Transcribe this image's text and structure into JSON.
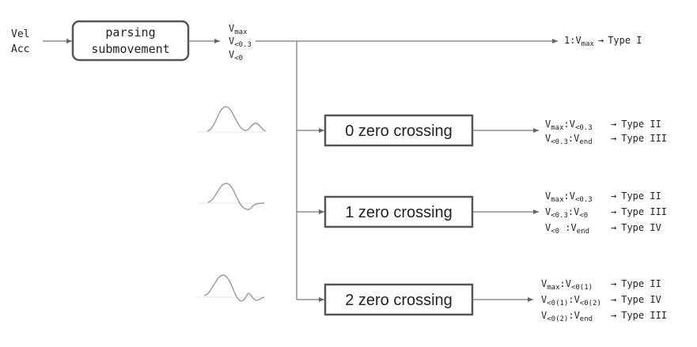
{
  "inputs": [
    "Vel",
    "Acc"
  ],
  "parser": {
    "line1": "parsing",
    "line2": "submovement"
  },
  "parser_outputs": [
    {
      "base": "V",
      "sub": "max"
    },
    {
      "base": "V",
      "sub": "<0.3"
    },
    {
      "base": "V",
      "sub": "<0"
    }
  ],
  "arrow": "→",
  "top_result": {
    "prefix": "1:",
    "base": "V",
    "sub": "max",
    "type": "Type I"
  },
  "groups": [
    {
      "label": "0 zero crossing",
      "rows": [
        {
          "a": {
            "base": "V",
            "sub": "max"
          },
          "sep": ":",
          "b": {
            "base": "V",
            "sub": "<0.3"
          },
          "type": "Type II"
        },
        {
          "a": {
            "base": "V",
            "sub": "<0.3"
          },
          "sep": ":",
          "b": {
            "base": "V",
            "sub": "end"
          },
          "type": "Type III"
        }
      ]
    },
    {
      "label": "1 zero crossing",
      "rows": [
        {
          "a": {
            "base": "V",
            "sub": "max"
          },
          "sep": ":",
          "b": {
            "base": "V",
            "sub": "<0.3"
          },
          "type": "Type II"
        },
        {
          "a": {
            "base": "V",
            "sub": "<0.3"
          },
          "sep": ":",
          "b": {
            "base": "V",
            "sub": "<0"
          },
          "type": "Type III"
        },
        {
          "a": {
            "base": "V",
            "sub": "<0"
          },
          "sep": "  :",
          "b": {
            "base": "V",
            "sub": "end"
          },
          "type": "Type IV"
        }
      ]
    },
    {
      "label": "2 zero crossing",
      "rows": [
        {
          "a": {
            "base": "V",
            "sub": "max"
          },
          "sep": ":",
          "b": {
            "base": "V",
            "sub": "<0(1)"
          },
          "type": "Type II"
        },
        {
          "a": {
            "base": "V",
            "sub": "<0(1)"
          },
          "sep": ":",
          "b": {
            "base": "V",
            "sub": "<0(2)"
          },
          "type": "Type IV"
        },
        {
          "a": {
            "base": "V",
            "sub": "<0(2)"
          },
          "sep": ":",
          "b": {
            "base": "V",
            "sub": "end"
          },
          "type": "Type III"
        }
      ]
    }
  ]
}
